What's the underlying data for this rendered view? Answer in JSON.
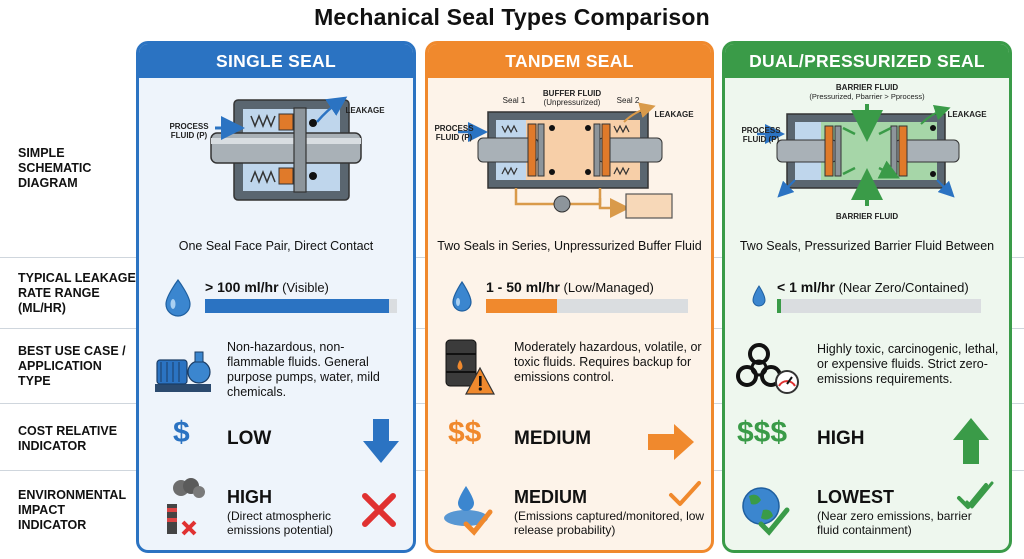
{
  "title": "Mechanical Seal Types Comparison",
  "row_labels": {
    "diagram": "SIMPLE SCHEMATIC DIAGRAM",
    "leakage": "TYPICAL LEAKAGE RATE RANGE (ml/hr)",
    "use": "BEST USE CASE / APPLICATION TYPE",
    "cost": "COST RELATIVE INDICATOR",
    "env": "ENVIRONMENTAL IMPACT INDICATOR"
  },
  "columns": {
    "single": {
      "header": "SINGLE SEAL",
      "diagram_labels": {
        "process": "PROCESS FLUID (P)",
        "leakage": "LEAKAGE"
      },
      "caption": "One Seal Face Pair, Direct Contact",
      "leak_value": "> 100 ml/hr",
      "leak_note": "(Visible)",
      "leak_level": 0.96,
      "use_case": "Non-hazardous, non-flammable fluids. General purpose pumps, water, mild chemicals.",
      "cost_symbol": "$",
      "cost_label": "LOW",
      "env_title": "HIGH",
      "env_sub": "(Direct atmospheric emissions potential)",
      "color": "#2b73c2"
    },
    "tandem": {
      "header": "TANDEM SEAL",
      "diagram_labels": {
        "seal1": "Seal 1",
        "buffer": "BUFFER FLUID",
        "buffer_note": "(Unpressurized)",
        "seal2": "Seal 2",
        "leakage": "LEAKAGE",
        "process": "PROCESS FLUID (P)"
      },
      "caption": "Two Seals in Series, Unpressurized Buffer Fluid",
      "leak_value": "1 - 50 ml/hr",
      "leak_note": "(Low/Managed)",
      "leak_level": 0.35,
      "use_case": "Moderately hazardous, volatile, or toxic fluids. Requires backup for emissions control.",
      "cost_symbol": "$$",
      "cost_label": "MEDIUM",
      "env_title": "MEDIUM",
      "env_sub": "(Emissions captured/monitored, low release probability)",
      "color": "#f0892d"
    },
    "dual": {
      "header": "DUAL/PRESSURIZED SEAL",
      "diagram_labels": {
        "barrier_top": "BARRIER FLUID",
        "barrier_note": "(Pressurized, Pbarrier > Pprocess)",
        "leakage": "LEAKAGE",
        "process": "PROCESS FLUID (P)",
        "barrier_bottom": "BARRIER FLUID"
      },
      "caption": "Two Seals, Pressurized Barrier Fluid Between",
      "leak_value": "< 1 ml/hr",
      "leak_note": "(Near Zero/Contained)",
      "leak_level": 0.02,
      "use_case": "Highly toxic, carcinogenic, lethal, or expensive fluids. Strict zero-emissions requirements.",
      "cost_symbol": "$$$",
      "cost_label": "HIGH",
      "env_title": "LOWEST",
      "env_sub": "(Near zero emissions, barrier fluid containment)",
      "color": "#3a9b48"
    }
  }
}
